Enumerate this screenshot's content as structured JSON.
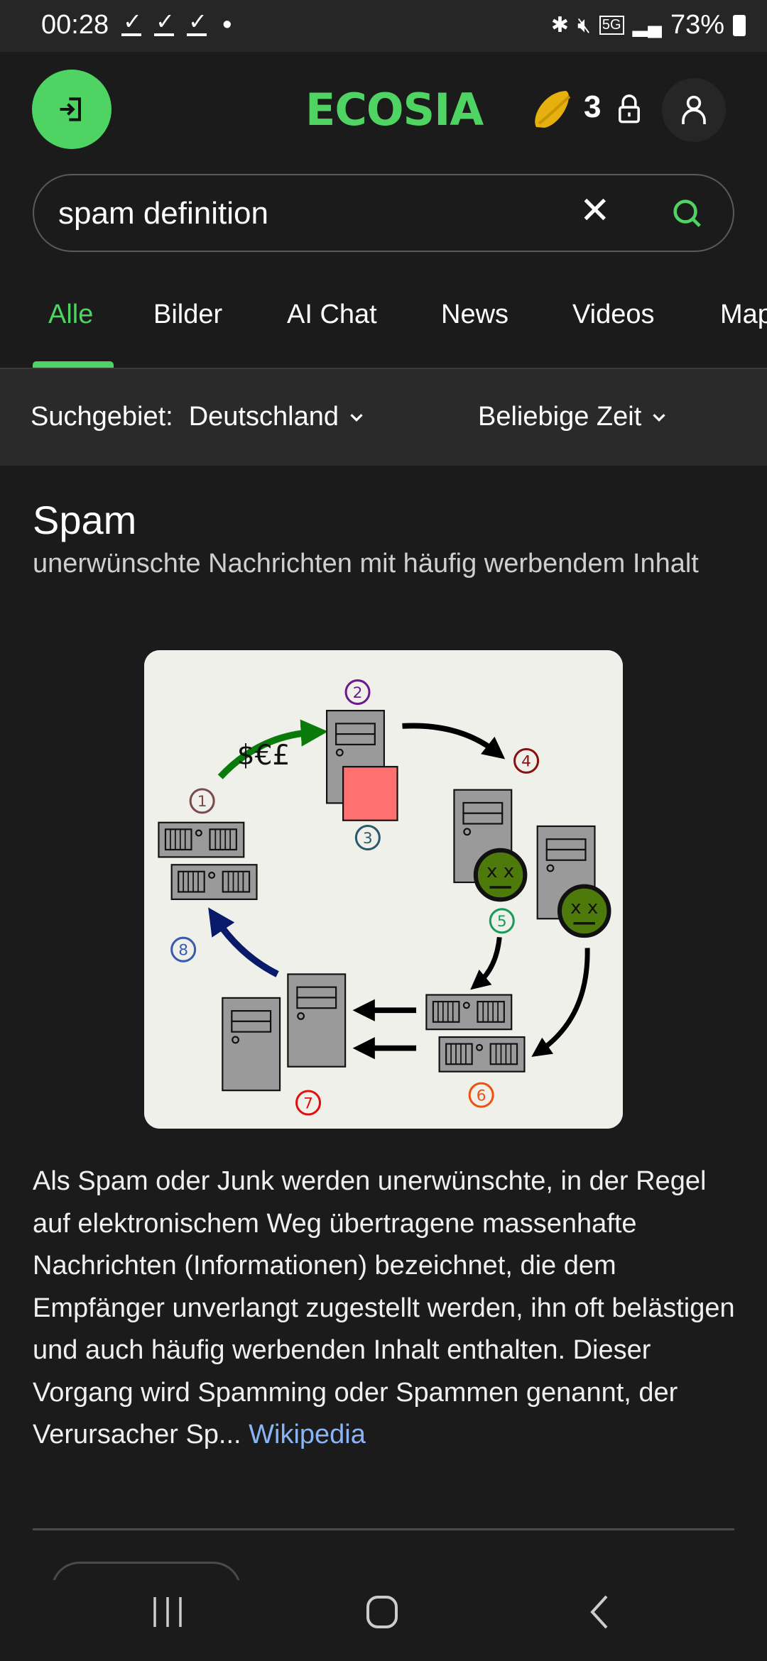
{
  "status_bar": {
    "time": "00:28",
    "battery": "73%",
    "network": "5G"
  },
  "header": {
    "logo": "ECOSIA",
    "tree_count": "3"
  },
  "search": {
    "query": "spam definition"
  },
  "tabs": [
    {
      "label": "Alle",
      "active": true
    },
    {
      "label": "Bilder"
    },
    {
      "label": "AI Chat"
    },
    {
      "label": "News"
    },
    {
      "label": "Videos"
    },
    {
      "label": "Maps"
    }
  ],
  "filters": {
    "region_label": "Suchgebiet:",
    "region_value": "Deutschland",
    "time_value": "Beliebige Zeit"
  },
  "knowledge": {
    "title": "Spam",
    "subtitle": "unerwünschte Nachrichten mit häufig werbendem Inhalt",
    "diagram_labels": {
      "money": "$€£",
      "n1": "1",
      "n2": "2",
      "n3": "3",
      "n4": "4",
      "n5": "5",
      "n6": "6",
      "n7": "7",
      "n8": "8"
    },
    "description": "Als Spam oder Junk werden unerwünschte, in der Regel auf elektronischem Weg übertragene massenhafte Nachrichten (Informationen) bezeichnet, die dem Empfänger unverlangt zugestellt werden, ihn oft belästigen und auch häufig werbenden Inhalt enthalten. Dieser Vorgang wird Spamming oder Spammen genannt, der Verursacher Sp...",
    "source_link": "Wikipedia"
  },
  "colors": {
    "accent": "#4fd363",
    "link": "#8ab4f8",
    "background": "#1b1b1b"
  }
}
